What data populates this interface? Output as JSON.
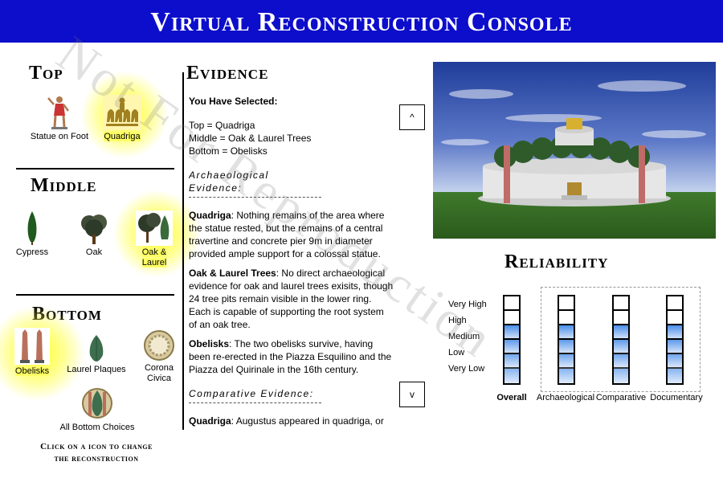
{
  "title": "Virtual Reconstruction Console",
  "sections": {
    "top": {
      "heading": "Top",
      "choices": [
        {
          "label": "Statue on Foot",
          "icon": "statue-icon"
        },
        {
          "label": "Quadriga",
          "icon": "quadriga-icon",
          "selected": true
        }
      ]
    },
    "middle": {
      "heading": "Middle",
      "choices": [
        {
          "label": "Cypress",
          "icon": "cypress-icon"
        },
        {
          "label": "Oak",
          "icon": "oak-icon"
        },
        {
          "label": "Oak &",
          "label2": "Laurel",
          "icon": "oak-laurel-icon",
          "selected": true
        }
      ]
    },
    "bottom": {
      "heading": "Bottom",
      "choices": [
        {
          "label": "Obelisks",
          "icon": "obelisks-icon",
          "selected": true
        },
        {
          "label": "Laurel Plaques",
          "icon": "laurel-plaques-icon"
        },
        {
          "label": "Corona",
          "label2": "Civica",
          "icon": "corona-civica-icon"
        },
        {
          "label": "All Bottom Choices",
          "icon": "all-bottom-icon"
        }
      ]
    }
  },
  "note": {
    "line1": "Click on a icon to change",
    "line2": "the reconstruction"
  },
  "evidence": {
    "heading": "Evidence",
    "selected_title": "You Have Selected:",
    "selected_lines": [
      "Top = Quadriga",
      "Middle =  Oak & Laurel Trees",
      "Bottom =  Obelisks"
    ],
    "archaeological_heading": "Archaeological Evidence:",
    "items": [
      {
        "term": "Quadriga",
        "text": ": Nothing remains of the area where the statue rested, but the remains of a central travertine and concrete pier 9m in diameter provided ample support for a colossal statue."
      },
      {
        "term": "Oak & Laurel Trees",
        "text": ": No direct archaeological evidence for oak and laurel trees exisits, though 24 tree pits remain visible in the lower ring.  Each is capable of supporting the root system of an oak tree."
      },
      {
        "term": "Obelisks",
        "text": ": The two obelisks survive, having been re-erected in the Piazza Esquilino and the Piazza del Quirinale in the 16th century."
      }
    ],
    "comparative_heading": "Comparative Evidence:",
    "comparative_items": [
      {
        "term": "Quadriga",
        "text": ": Augustus appeared in quadriga, or"
      }
    ],
    "scroll_up": "^",
    "scroll_down": "v"
  },
  "reliability": {
    "heading": "Reliability",
    "levels": [
      "Very High",
      "High",
      "Medium",
      "Low",
      "Very Low"
    ],
    "bars": [
      {
        "label": "Overall",
        "filled": 4
      },
      {
        "label": "Archaeological",
        "filled": 4
      },
      {
        "label": "Comparative",
        "filled": 4
      },
      {
        "label": "Documentary",
        "filled": 4
      }
    ],
    "fill_color": "#4a8ee8"
  },
  "watermark": "Not For Reproduction"
}
